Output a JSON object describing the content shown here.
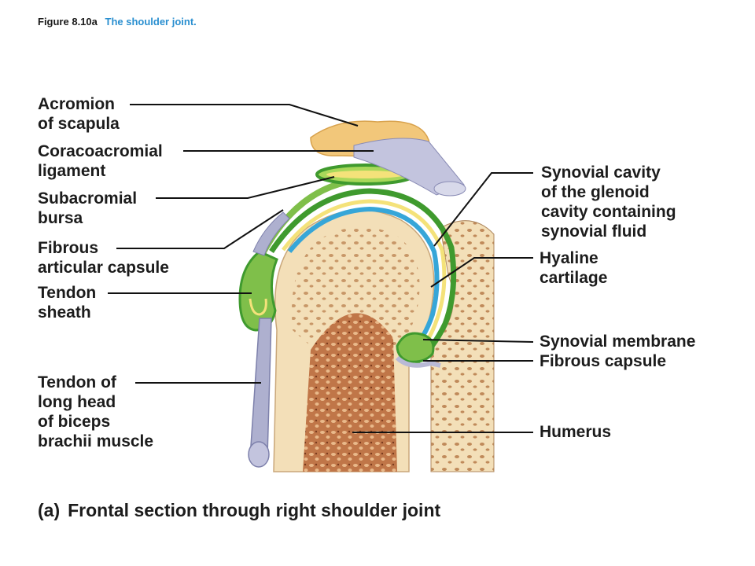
{
  "figure": {
    "number": "Figure 8.10a",
    "title": "The shoulder joint."
  },
  "labels": {
    "acromion": "Acromion\nof scapula",
    "coracoacromial": "Coracoacromial\nligament",
    "subacromial": "Subacromial\nbursa",
    "fibrous_articular": "Fibrous\narticular capsule",
    "tendon_sheath": "Tendon\nsheath",
    "biceps_tendon": "Tendon of\nlong head\nof biceps\nbrachii muscle",
    "synovial_cavity": "Synovial cavity\nof the glenoid\ncavity containing\nsynovial fluid",
    "hyaline": "Hyaline\ncartilage",
    "synovial_membrane": "Synovial membrane",
    "fibrous_capsule": "Fibrous capsule",
    "humerus": "Humerus"
  },
  "caption": {
    "tag": "(a)",
    "text": "Frontal section through right shoulder joint"
  },
  "colors": {
    "bone": "#f3dfb8",
    "spongy_bone": "#b86a42",
    "acromion": "#f2c77a",
    "ligament": "#b9b9d6",
    "capsule_green": "#3f9a2e",
    "bursa_light_green": "#a8d85a",
    "cartilage_blue": "#36a6d8",
    "synovial_yellow": "#f4e27a",
    "tendon": "#aeb0cf",
    "leader_line": "#111111"
  }
}
